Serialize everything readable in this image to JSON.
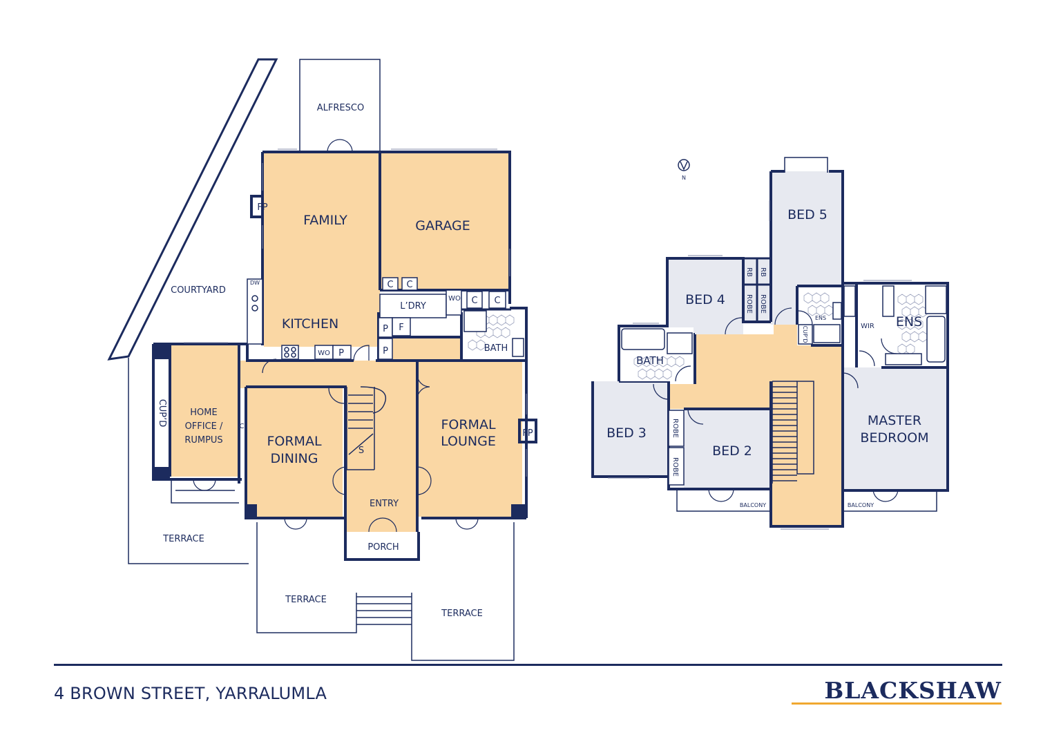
{
  "ground_floor": {
    "family": "FAMILY",
    "garage": "GARAGE",
    "kitchen": "KITCHEN",
    "alfresco": "ALFRESCO",
    "courtyard": "COURTYARD",
    "fp_family": "FP",
    "fp_lounge": "FP",
    "dw": "DW",
    "wo_kitchen": "WO",
    "wo_laundry": "WO",
    "p": "P",
    "f": "F",
    "c": "C",
    "c_office": "C",
    "s": "S",
    "laundry": "L’DRY",
    "bath": "BATH",
    "home_office_1": "HOME",
    "home_office_2": "OFFICE /",
    "home_office_3": "RUMPUS",
    "cupd": "CUP’D",
    "formal_dining_1": "FORMAL",
    "formal_dining_2": "DINING",
    "formal_lounge_1": "FORMAL",
    "formal_lounge_2": "LOUNGE",
    "entry": "ENTRY",
    "porch": "PORCH",
    "terrace": "TERRACE"
  },
  "upper_floor": {
    "north": "N",
    "bed5": "BED 5",
    "bed4": "BED 4",
    "bed3": "BED 3",
    "bed2": "BED 2",
    "bath": "BATH",
    "rb": "RB",
    "robe": "ROBE",
    "ens_small": "ENS",
    "ens": "ENS",
    "cupd": "CUP’D",
    "wir": "WIR",
    "master_1": "MASTER",
    "master_2": "BEDROOM",
    "balcony": "BALCONY"
  },
  "footer": {
    "address": "4 BROWN STREET, YARRALUMLA",
    "brand": "BLACKSHAW"
  }
}
